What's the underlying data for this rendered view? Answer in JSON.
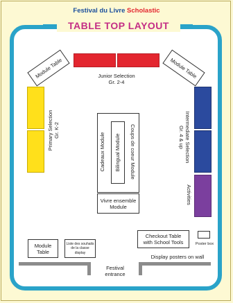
{
  "brand": {
    "name": "Festival du Livre",
    "sub": "Scholastic"
  },
  "title": "TABLE TOP LAYOUT",
  "tables": {
    "module_left": "Module Table",
    "module_right": "Module Table",
    "junior": {
      "line1": "Junior Selection",
      "line2": "Gr. 2-4"
    },
    "primary": {
      "line1": "Primary Selection",
      "line2": "Gr. K-2"
    },
    "intermediate": {
      "line1": "Intermediate Selection",
      "line2": "Gr. 4 & up"
    },
    "activities": "Activities",
    "cadeaux": "Cadeaux Module",
    "coups": "Coups de coeur Module",
    "bilingual": "Bilingual Module",
    "vivre": {
      "line1": "Vivre ensemble",
      "line2": "Module"
    },
    "module_bottom": {
      "line1": "Module",
      "line2": "Table"
    },
    "wishlist": {
      "line1": "Liste des souhaits",
      "line2": "de la classe",
      "line3": "display"
    },
    "checkout": {
      "line1": "Checkout Table",
      "line2": "with School Tools"
    },
    "poster_box": "Poster box",
    "display_posters": "Display posters on wall",
    "entrance": {
      "line1": "Festival",
      "line2": "entrance"
    }
  },
  "colors": {
    "junior": "#e3262f",
    "primary": "#ffe01b",
    "intermediate": "#2b4a9e",
    "activities": "#7b3f9e",
    "frame": "#2aa3c9",
    "title": "#c42d85"
  }
}
